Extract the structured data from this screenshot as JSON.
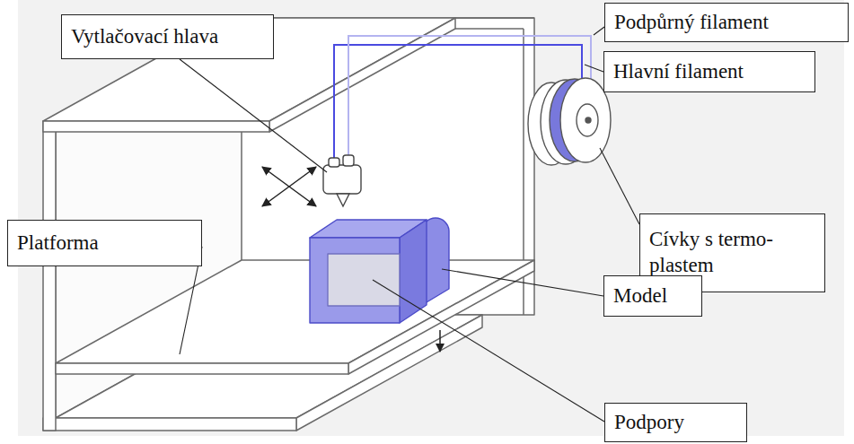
{
  "diagram": {
    "nodes": [
      {
        "text": [
          "Podpůrný filament"
        ]
      },
      {
        "text": [
          "Vytlačovací hlava"
        ]
      },
      {
        "text": [
          "Hlavní filament"
        ]
      },
      {
        "text": [
          "Cívky s termo- plastem"
        ]
      },
      {
        "text": [
          "Platforma"
        ]
      },
      {
        "text": [
          "Model"
        ]
      },
      {
        "text": [
          "Podpory"
        ]
      }
    ]
  }
}
